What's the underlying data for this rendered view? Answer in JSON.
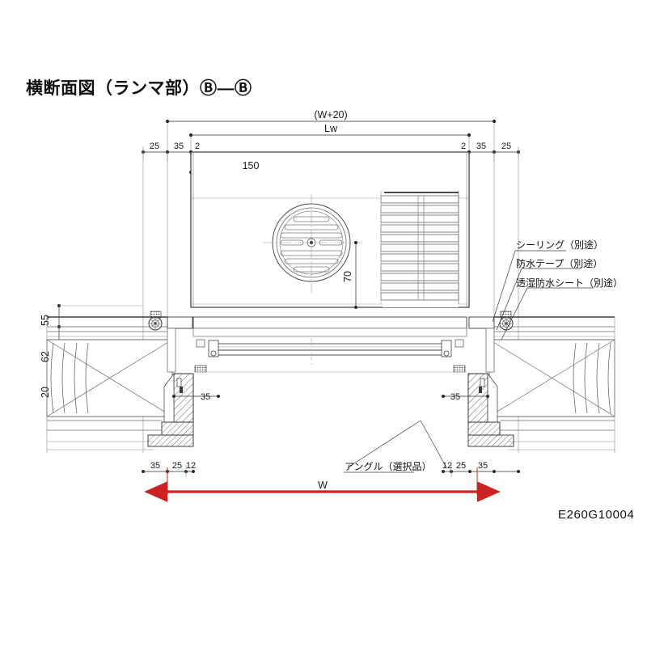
{
  "drawing": {
    "title": "横断面図（ランマ部）Ⓑ—Ⓑ",
    "number": "E260G10004",
    "sheet_type": "architectural-section-detail"
  },
  "dimensions": {
    "overall": {
      "label": "(W+20)",
      "value": "(W+20)"
    },
    "sash_width": {
      "label": "Lw",
      "value": "Lw"
    },
    "clear_width": {
      "label": "W",
      "value": "W",
      "color": "#cc2222"
    },
    "vent_offset": {
      "label": "150",
      "value": "150"
    },
    "vent_height": {
      "label": "70",
      "value": "70"
    },
    "top_left": [
      "25",
      "35",
      "2"
    ],
    "top_right": [
      "2",
      "35",
      "25"
    ],
    "left_vertical": [
      "55",
      "62",
      "20"
    ],
    "bottom_left_upper": "35",
    "bottom_left": [
      "35",
      "25",
      "12"
    ],
    "bottom_right_upper": "35",
    "bottom_right": [
      "12",
      "25",
      "35"
    ]
  },
  "annotations": {
    "right": [
      {
        "text": "シーリング（別途）"
      },
      {
        "text": "防水テープ（別途）"
      },
      {
        "text": "透湿防水シート（別途）"
      }
    ],
    "bottom": [
      {
        "text": "アングル（選択品）"
      }
    ]
  },
  "colors": {
    "line": "#2b2b2b",
    "thin": "#777777",
    "hatch": "#555555",
    "accent_red": "#cc2222",
    "background": "#ffffff"
  }
}
